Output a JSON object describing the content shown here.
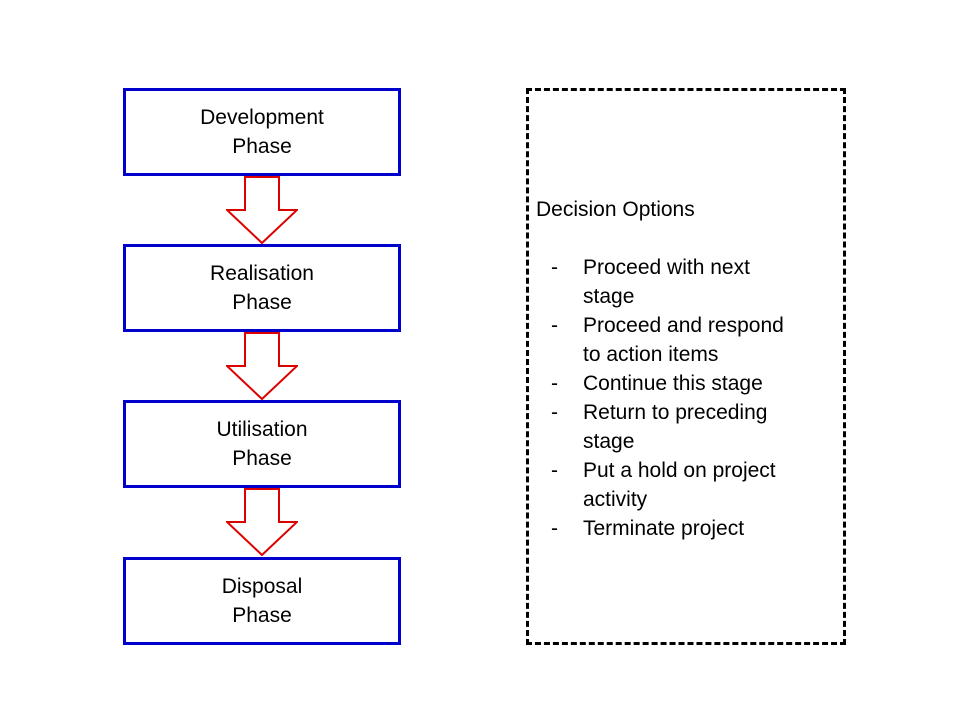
{
  "phases": [
    {
      "label": "Development\nPhase"
    },
    {
      "label": "Realisation\nPhase"
    },
    {
      "label": "Utilisation\nPhase"
    },
    {
      "label": "Disposal\nPhase"
    }
  ],
  "decision": {
    "title": "Decision Options",
    "bullet": "-",
    "items": [
      "Proceed with next\nstage",
      "Proceed and respond\nto action items",
      "Continue this stage",
      "Return to preceding\nstage",
      "Put a hold on project\nactivity",
      "Terminate project"
    ]
  },
  "colors": {
    "phase_border": "#0000cc",
    "arrow_stroke": "#dd0000",
    "dashed_border": "#000000"
  }
}
